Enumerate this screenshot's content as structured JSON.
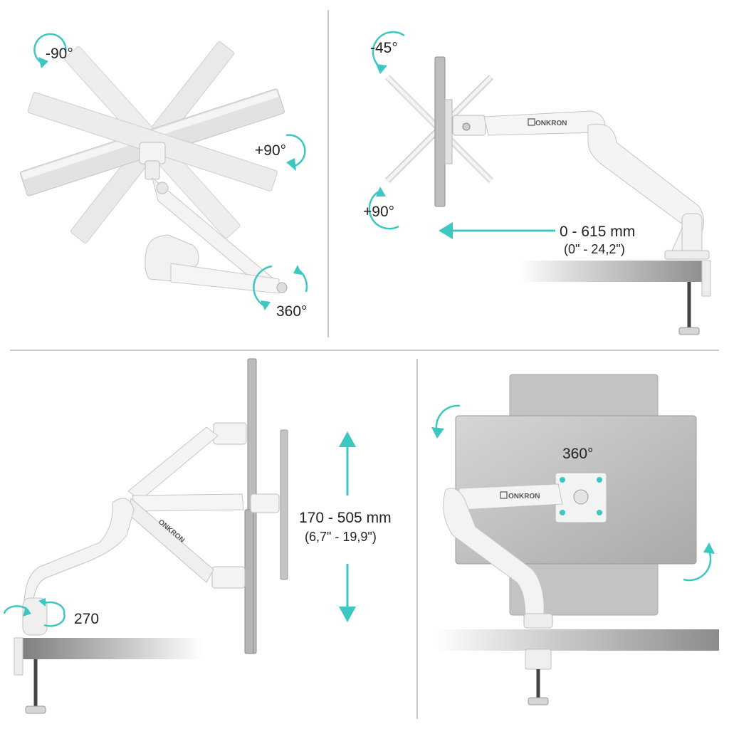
{
  "panels": {
    "top_left": {
      "rot_neg": "-90°",
      "rot_pos": "+90°",
      "swivel": "360°"
    },
    "top_right": {
      "tilt_neg": "-45°",
      "tilt_pos": "+90°",
      "reach": "0 - 615 mm",
      "reach_in": "(0\" - 24,2\")",
      "brand": "ONKRON"
    },
    "bottom_left": {
      "height": "170 - 505 mm",
      "height_in": "(6,7\" - 19,9\")",
      "base_rotation": "270",
      "brand": "ONKRON"
    },
    "bottom_right": {
      "rotation": "360°",
      "brand": "ONKRON"
    }
  },
  "colors": {
    "accent": "#3cc7c0",
    "divider": "#c8c8c8",
    "mount": "#f2f2f2",
    "mount_stroke": "#c9c9c9",
    "screen": "#b9b9b9",
    "desk": "#8a8a8a"
  }
}
